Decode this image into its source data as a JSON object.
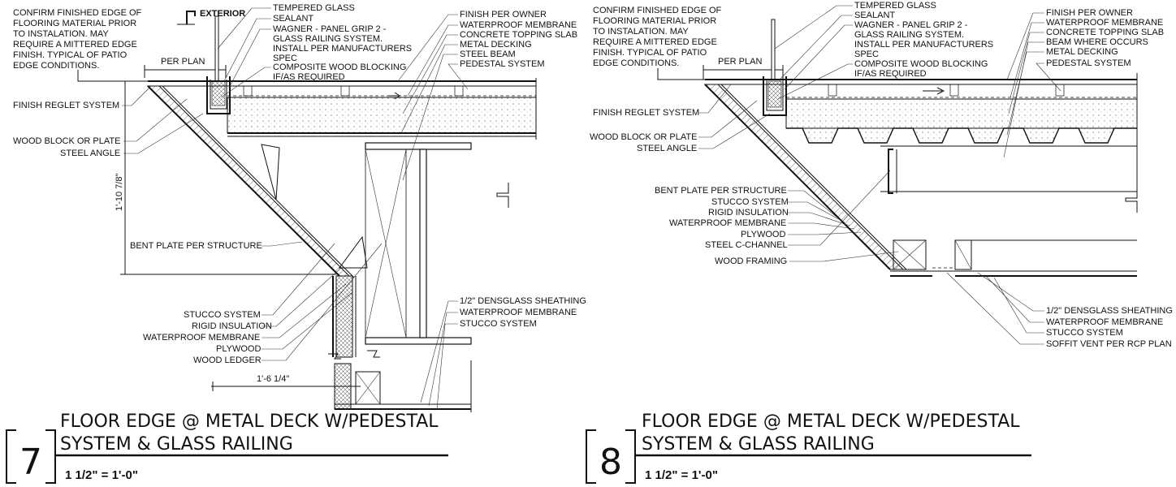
{
  "detail_7": {
    "number": "7",
    "title_line1": "FLOOR EDGE @ METAL DECK W/PEDESTAL",
    "title_line2": "SYSTEM & GLASS RAILING",
    "scale": "1 1/2\" = 1'-0\"",
    "note": [
      "CONFIRM FINISHED EDGE OF",
      "FLOORING MATERIAL PRIOR",
      "TO INSTALATION. MAY",
      "REQUIRE A MITTERED EDGE",
      "FINISH. TYPICAL OF PATIO",
      "EDGE CONDITIONS."
    ],
    "exterior": "EXTERIOR",
    "per_plan": "PER PLAN",
    "dim_vertical": "1'-10 7/8\"",
    "dim_horizontal": "1'-6 1/4\"",
    "top_labels": [
      "TEMPERED GLASS",
      "SEALANT",
      "WAGNER - PANEL GRIP 2 -",
      "GLASS RAILING SYSTEM.",
      "INSTALL PER MANUFACTURERS",
      "SPEC",
      "COMPOSITE WOOD BLOCKING",
      "IF/AS REQUIRED"
    ],
    "right_labels": [
      "FINISH PER OWNER",
      "WATERPROOF MEMBRANE",
      "CONCRETE TOPPING SLAB",
      "METAL DECKING",
      "STEEL BEAM",
      "PEDESTAL SYSTEM"
    ],
    "left_labels": [
      "FINISH REGLET SYSTEM",
      "WOOD BLOCK OR PLATE",
      "STEEL ANGLE",
      "BENT PLATE PER STRUCTURE"
    ],
    "bottom_left_labels": [
      "STUCCO SYSTEM",
      "RIGID INSULATION",
      "WATERPROOF MEMBRANE",
      "PLYWOOD",
      "WOOD LEDGER"
    ],
    "bottom_right_labels": [
      "1/2\" DENSGLASS SHEATHING",
      "WATERPROOF MEMBRANE",
      "STUCCO SYSTEM"
    ]
  },
  "detail_8": {
    "number": "8",
    "title_line1": "FLOOR EDGE @ METAL DECK W/PEDESTAL",
    "title_line2": "SYSTEM & GLASS RAILING",
    "scale": "1 1/2\" = 1'-0\"",
    "note": [
      "CONFIRM FINISHED EDGE OF",
      "FLOORING MATERIAL PRIOR",
      "TO INSTALATION. MAY",
      "REQUIRE A MITTERED EDGE",
      "FINISH. TYPICAL OF PATIO",
      "EDGE CONDITIONS."
    ],
    "per_plan": "PER PLAN",
    "top_labels": [
      "TEMPERED GLASS",
      "SEALANT",
      "WAGNER - PANEL GRIP 2 -",
      "GLASS RAILING SYSTEM.",
      "INSTALL PER MANUFACTURERS",
      "SPEC",
      "COMPOSITE WOOD BLOCKING",
      "IF/AS REQUIRED"
    ],
    "right_labels": [
      "FINISH PER OWNER",
      "WATERPROOF MEMBRANE",
      "CONCRETE TOPPING SLAB",
      "BEAM WHERE OCCURS",
      "METAL DECKING",
      "PEDESTAL SYSTEM"
    ],
    "left_labels": [
      "FINISH REGLET SYSTEM",
      "WOOD BLOCK OR PLATE",
      "STEEL ANGLE"
    ],
    "mid_left_labels": [
      "BENT PLATE PER STRUCTURE",
      "STUCCO SYSTEM",
      "RIGID INSULATION",
      "WATERPROOF MEMBRANE",
      "PLYWOOD",
      "STEEL C-CHANNEL",
      "WOOD FRAMING"
    ],
    "bottom_right_labels": [
      "1/2\" DENSGLASS SHEATHING",
      "WATERPROOF MEMBRANE",
      "STUCCO SYSTEM",
      "SOFFIT VENT PER RCP PLAN"
    ]
  }
}
